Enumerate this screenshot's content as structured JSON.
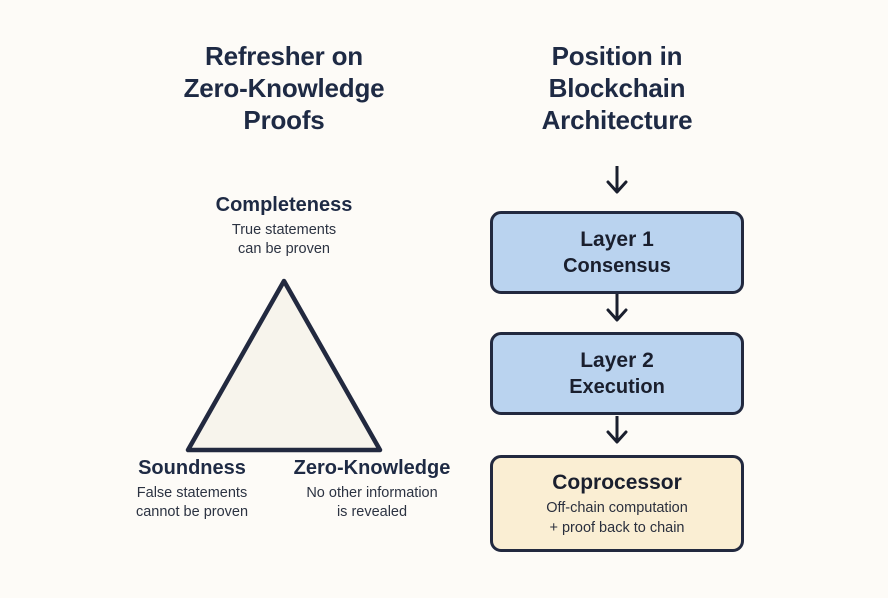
{
  "background_color": "#fdfbf7",
  "accent_colors": {
    "text_navy": "#1e2a44",
    "box_border": "#22293f",
    "layer_fill": "#bad3ef",
    "coprocessor_fill": "#faeed3",
    "triangle_fill": "#f7f4ec"
  },
  "left_panel": {
    "title_lines": [
      "Refresher on",
      "Zero-Knowledge",
      "Proofs"
    ],
    "shape": "triangle",
    "vertices": [
      {
        "position": "top",
        "name": "Completeness",
        "desc_lines": [
          "True statements",
          "can be proven"
        ]
      },
      {
        "position": "bottom-left",
        "name": "Soundness",
        "desc_lines": [
          "False statements",
          "cannot be proven"
        ]
      },
      {
        "position": "bottom-right",
        "name": "Zero-Knowledge",
        "desc_lines": [
          "No other information",
          "is revealed"
        ]
      }
    ]
  },
  "right_panel": {
    "title_lines": [
      "Position in",
      "Blockchain",
      "Architecture"
    ],
    "stack": [
      {
        "title": "Layer 1",
        "subtitle": "Consensus",
        "desc_lines": [],
        "fill": "blue"
      },
      {
        "title": "Layer 2",
        "subtitle": "Execution",
        "desc_lines": [],
        "fill": "blue"
      },
      {
        "title": "Coprocessor",
        "subtitle": "",
        "desc_lines": [
          "Off-chain computation",
          "+ proof back to chain"
        ],
        "fill": "cream"
      }
    ],
    "arrow_icon": "arrow-down-icon",
    "arrow_count": 3
  }
}
